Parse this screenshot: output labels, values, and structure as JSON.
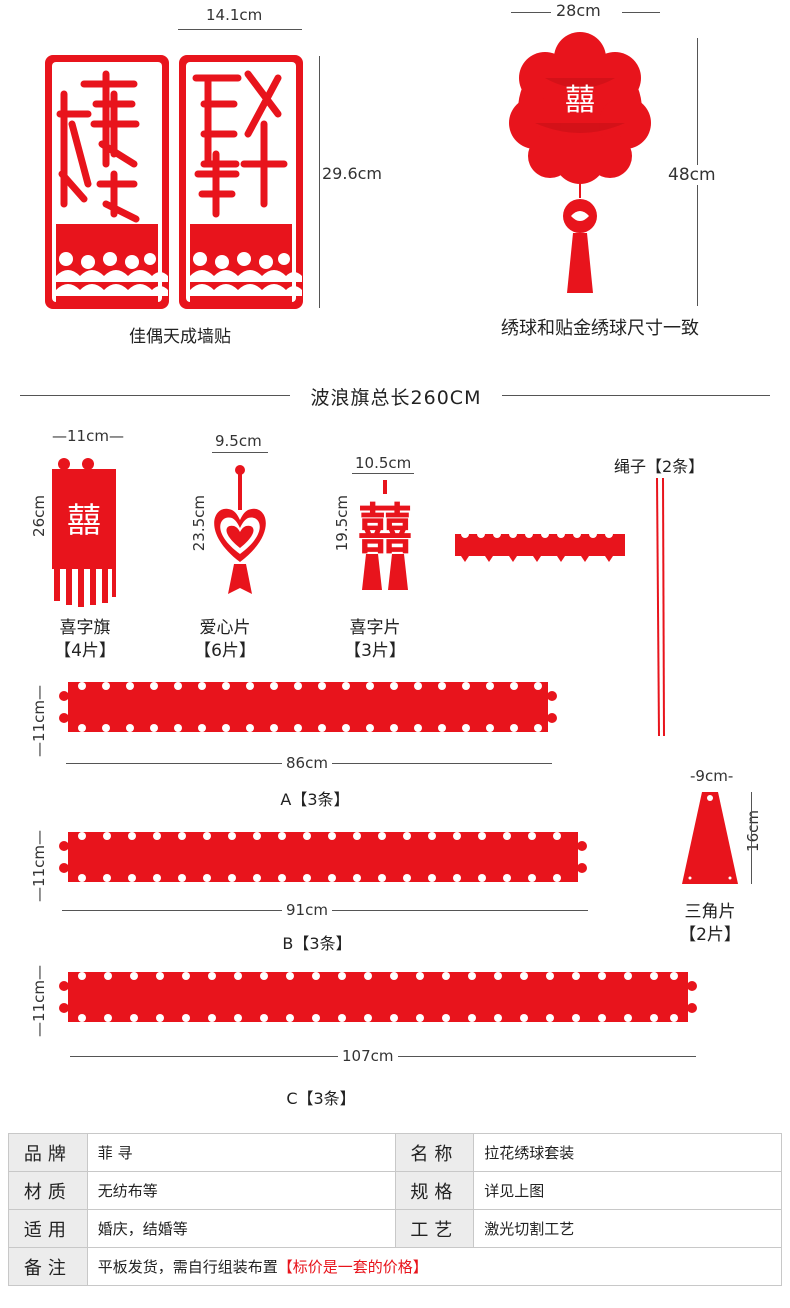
{
  "top": {
    "couplet_width": "14.1cm",
    "couplet_height": "29.6cm",
    "couplet_caption": "佳偶天成墙贴",
    "ball_width": "28cm",
    "ball_height": "48cm",
    "ball_caption": "绣球和贴金绣球尺寸一致"
  },
  "wave_title": "波浪旗总长260CM",
  "items": {
    "flag": {
      "width": "11cm",
      "height": "26cm",
      "name": "喜字旗",
      "count": "【4片】"
    },
    "heart": {
      "width": "9.5cm",
      "height": "23.5cm",
      "name": "爱心片",
      "count": "【6片】"
    },
    "xi": {
      "width": "10.5cm",
      "height": "19.5cm",
      "name": "喜字片",
      "count": "【3片】"
    },
    "rope": {
      "name": "绳子【2条】"
    }
  },
  "banners": [
    {
      "height": "11cm",
      "length": "86cm",
      "label": "A【3条】"
    },
    {
      "height": "11cm",
      "length": "91cm",
      "label": "B【3条】"
    },
    {
      "height": "11cm",
      "length": "107cm",
      "label": "C【3条】"
    }
  ],
  "triangle": {
    "width": "9cm",
    "height": "16cm",
    "name": "三角片",
    "count": "【2片】"
  },
  "specs": [
    [
      {
        "k": "品牌",
        "v": "菲 寻"
      },
      {
        "k": "名称",
        "v": "拉花绣球套装"
      }
    ],
    [
      {
        "k": "材质",
        "v": "无纺布等"
      },
      {
        "k": "规格",
        "v": "详见上图"
      }
    ],
    [
      {
        "k": "适用",
        "v": "婚庆，结婚等"
      },
      {
        "k": "工艺",
        "v": "激光切割工艺"
      }
    ]
  ],
  "note": {
    "k": "备注",
    "v": "平板发货，需自行组装布置",
    "highlight": "【标价是一套的价格】"
  },
  "colors": {
    "felt_red": "#e8141c",
    "text": "#222222"
  }
}
